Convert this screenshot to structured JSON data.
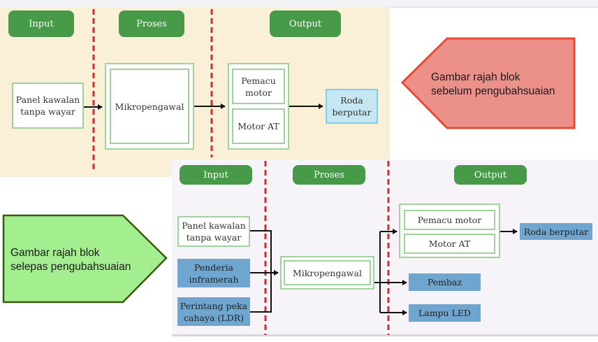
{
  "before": {
    "headers": {
      "input": "Input",
      "process": "Proses",
      "output": "Output"
    },
    "input_box": {
      "line1": "Panel kawalan",
      "line2": "tanpa wayar"
    },
    "process_box": "Mikropengawal",
    "output_group": {
      "top_line1": "Pemacu",
      "top_line2": "motor",
      "bottom": "Motor AT"
    },
    "result_box": {
      "line1": "Roda",
      "line2": "berputar"
    },
    "callout": {
      "line1": "Gambar rajah blok",
      "line2": "sebelum pengubahsuaian",
      "fill": "#ec918a",
      "stroke": "#e84a35"
    }
  },
  "after": {
    "headers": {
      "input": "Input",
      "process": "Proses",
      "output": "Output"
    },
    "inputs": [
      {
        "line1": "Panel kawalan",
        "line2": "tanpa wayar"
      },
      {
        "line1": "Penderia",
        "line2": "inframerah"
      },
      {
        "line1": "Perintang peka",
        "line2": "cahaya (LDR)"
      }
    ],
    "process_box": "Mikropengawal",
    "output_group": {
      "top": "Pemacu motor",
      "bottom": "Motor AT"
    },
    "outputs": [
      "Pembaz",
      "Lampu LED"
    ],
    "result_box": "Roda berputar",
    "callout": {
      "line1": "Gambar rajah blok",
      "line2": "selepas pengubahsuaian",
      "fill": "#a3ee8e",
      "stroke": "#3a5a14"
    }
  },
  "colors": {
    "header_green": "#469a48",
    "divider_red": "#c9302c",
    "box_border_green": "#9fd29c",
    "sensor_blue": "#6fa6d0",
    "result_light_blue": "#c5e6f2"
  }
}
